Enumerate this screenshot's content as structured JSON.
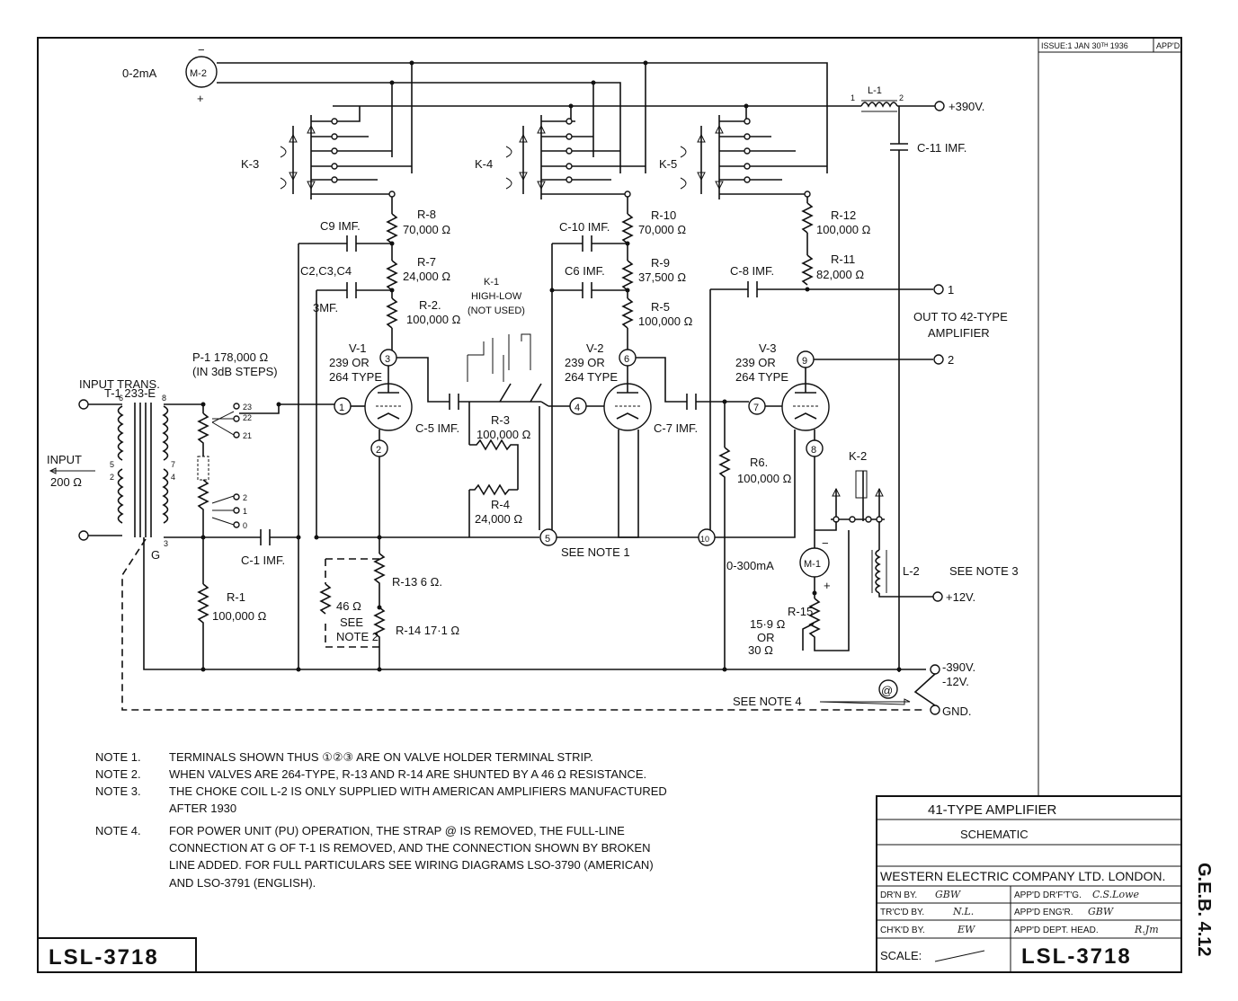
{
  "header": {
    "issue": "ISSUE:1 JAN 30ᵀᴴ 1936",
    "appd": "APP'D"
  },
  "meter_m2": {
    "range": "0-2mA",
    "name": "M-2",
    "minus": "−",
    "plus": "+"
  },
  "keys": {
    "k3": "K-3",
    "k4": "K-4",
    "k5": "K-5",
    "k1": "K-1",
    "k1_desc1": "HIGH-LOW",
    "k1_desc2": "(NOT USED)",
    "k2": "K-2"
  },
  "choke_l1": {
    "name": "L-1",
    "pin1": "1",
    "pin2": "2",
    "supply": "+390V."
  },
  "c11": "C-11 IMF.",
  "resistors": {
    "r8": "R-8",
    "r8v": "70,000 Ω",
    "r7": "R-7",
    "r7v": "24,000 Ω",
    "r2": "R-2.",
    "r2v": "100,000 Ω",
    "r10": "R-10",
    "r10v": "70,000 Ω",
    "r9": "R-9",
    "r9v": "37,500 Ω",
    "r5": "R-5",
    "r5v": "100,000 Ω",
    "r12": "R-12",
    "r12v": "100,000 Ω",
    "r11": "R-11",
    "r11v": "82,000 Ω",
    "r3": "R-3",
    "r3v": "100,000 Ω",
    "r4": "R-4",
    "r4v": "24,000 Ω",
    "r6": "R6.",
    "r6v": "100,000 Ω",
    "r1": "R-1",
    "r1v": "100,000 Ω",
    "r13": "R-13 6 Ω.",
    "r14": "R-14 17·1 Ω",
    "r46": "46 Ω",
    "see2a": "SEE",
    "see2b": "NOTE 2",
    "r15": "R-15",
    "r15v1": "15·9 Ω",
    "r15v2": "OR",
    "r15v3": "30 Ω"
  },
  "capacitors": {
    "c9": "C9 IMF.",
    "c234": "C2,C3,C4",
    "c234v": "3MF.",
    "c10": "C-10 IMF.",
    "c6": "C6 IMF.",
    "c8": "C-8 IMF.",
    "c5": "C-5 IMF.",
    "c7": "C-7 IMF.",
    "c1": "C-1 IMF."
  },
  "valves": {
    "v1": "V-1",
    "v2": "V-2",
    "v3": "V-3",
    "type1": "239 OR",
    "type2": "264 TYPE"
  },
  "terminals": [
    "1",
    "2",
    "3",
    "4",
    "5",
    "6",
    "7",
    "8",
    "9",
    "10"
  ],
  "see_note1": "SEE NOTE 1",
  "transformer": {
    "name": "T-1 233-E",
    "desc": "INPUT TRANS.",
    "g": "G",
    "pins": [
      "6",
      "8",
      "5",
      "2",
      "7",
      "4",
      "3"
    ]
  },
  "pot": {
    "name": "P-1 178,000 Ω",
    "desc": "(IN 3dB STEPS)",
    "taps": [
      "23",
      "22",
      "21",
      "2",
      "1",
      "0"
    ]
  },
  "input": {
    "label": "INPUT",
    "imp": "200 Ω"
  },
  "output": {
    "t1": "1",
    "t2": "2",
    "label1": "OUT TO 42-TYPE",
    "label2": "AMPLIFIER"
  },
  "meter_m1": {
    "range": "0-300mA",
    "name": "M-1",
    "minus": "−",
    "plus": "+"
  },
  "l2": {
    "name": "L-2",
    "note": "SEE NOTE 3",
    "supply": "+12V."
  },
  "bottom": {
    "neg390": "-390V.",
    "neg12": "-12V.",
    "gnd": "GND.",
    "strap": "@",
    "note4": "SEE NOTE 4"
  },
  "notes": [
    {
      "label": "NOTE 1.",
      "lines": [
        "TERMINALS SHOWN THUS ①②③ ARE ON VALVE HOLDER TERMINAL STRIP."
      ]
    },
    {
      "label": "NOTE 2.",
      "lines": [
        "WHEN VALVES ARE 264-TYPE, R-13 AND R-14 ARE SHUNTED BY A 46 Ω RESISTANCE."
      ]
    },
    {
      "label": "NOTE 3.",
      "lines": [
        "THE CHOKE COIL L-2 IS ONLY SUPPLIED WITH AMERICAN AMPLIFIERS MANUFACTURED",
        "AFTER 1930"
      ]
    },
    {
      "label": "NOTE 4.",
      "lines": [
        "FOR POWER UNIT (PU) OPERATION, THE STRAP @ IS REMOVED, THE FULL-LINE",
        "CONNECTION AT G OF T-1 IS REMOVED, AND THE CONNECTION SHOWN BY BROKEN",
        "LINE ADDED. FOR FULL PARTICULARS  SEE WIRING DIAGRAMS LSO-3790 (AMERICAN)",
        "AND LSO-3791 (ENGLISH)."
      ]
    }
  ],
  "title_block": {
    "title": "41-TYPE AMPLIFIER",
    "subtitle": "SCHEMATIC",
    "company": "WESTERN ELECTRIC COMPANY LTD. LONDON.",
    "drn": "DR'N  BY.",
    "drn_sig": "GBW",
    "trcd": "TR'C'D BY.",
    "trcd_sig": "N.L.",
    "chkd": "CH'K'D BY.",
    "chkd_sig": "EW",
    "appd_drftg": "APP'D DR'F'T'G.",
    "appd_drftg_sig": "C.S.Lowe",
    "appd_engr": "APP'D ENG'R.",
    "appd_engr_sig": "GBW",
    "appd_dept": "APP'D DEPT. HEAD.",
    "appd_dept_sig": "R.Jm",
    "scale": "SCALE:",
    "drawing_no": "LSL-3718"
  },
  "stamp_left": "LSL-3718",
  "side_ref": "G.E.B. 4.12"
}
